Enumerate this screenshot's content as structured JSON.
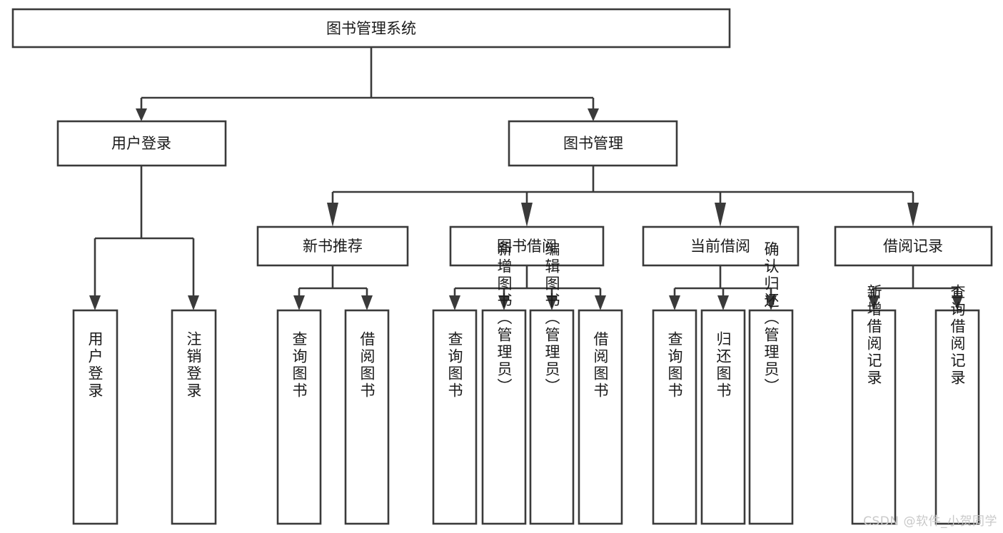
{
  "diagram": {
    "type": "tree",
    "title_node": "图书管理系统",
    "watermark": "CSDN @软件_小贺同学",
    "colors": {
      "background": "#ffffff",
      "box_fill": "#ffffff",
      "box_stroke": "#3a3a3a",
      "connector": "#3a3a3a",
      "text": "#1a1a1a",
      "watermark": "#c9c9c9"
    },
    "levels": {
      "root": {
        "label": "图书管理系统"
      },
      "level2": [
        {
          "id": "user-login",
          "label": "用户登录"
        },
        {
          "id": "book-manage",
          "label": "图书管理"
        }
      ],
      "level3": [
        {
          "id": "new-book-recommend",
          "label": "新书推荐",
          "parent": "book-manage"
        },
        {
          "id": "book-borrow",
          "label": "图书借阅",
          "parent": "book-manage"
        },
        {
          "id": "current-borrow",
          "label": "当前借阅",
          "parent": "book-manage"
        },
        {
          "id": "borrow-record",
          "label": "借阅记录",
          "parent": "book-manage"
        }
      ],
      "leaves": [
        {
          "id": "leaf-user-login",
          "label": "用户登录",
          "parent": "user-login"
        },
        {
          "id": "leaf-logout",
          "label": "注销登录",
          "parent": "user-login"
        },
        {
          "id": "leaf-query-book-1",
          "label": "查询图书",
          "parent": "new-book-recommend"
        },
        {
          "id": "leaf-borrow-book-1",
          "label": "借阅图书",
          "parent": "new-book-recommend"
        },
        {
          "id": "leaf-query-book-2",
          "label": "查询图书",
          "parent": "book-borrow"
        },
        {
          "id": "leaf-add-book",
          "label": "新增图书（管理员）",
          "parent": "book-borrow"
        },
        {
          "id": "leaf-edit-book",
          "label": "编辑图书（管理员）",
          "parent": "book-borrow"
        },
        {
          "id": "leaf-borrow-book-2",
          "label": "借阅图书",
          "parent": "book-borrow"
        },
        {
          "id": "leaf-query-book-3",
          "label": "查询图书",
          "parent": "current-borrow"
        },
        {
          "id": "leaf-return-book",
          "label": "归还图书",
          "parent": "current-borrow"
        },
        {
          "id": "leaf-confirm-return",
          "label": "确认归还（管理员）",
          "parent": "current-borrow"
        },
        {
          "id": "leaf-add-record",
          "label": "新增借阅记录",
          "parent": "borrow-record"
        },
        {
          "id": "leaf-query-record",
          "label": "查询借阅记录",
          "parent": "borrow-record"
        }
      ]
    }
  }
}
